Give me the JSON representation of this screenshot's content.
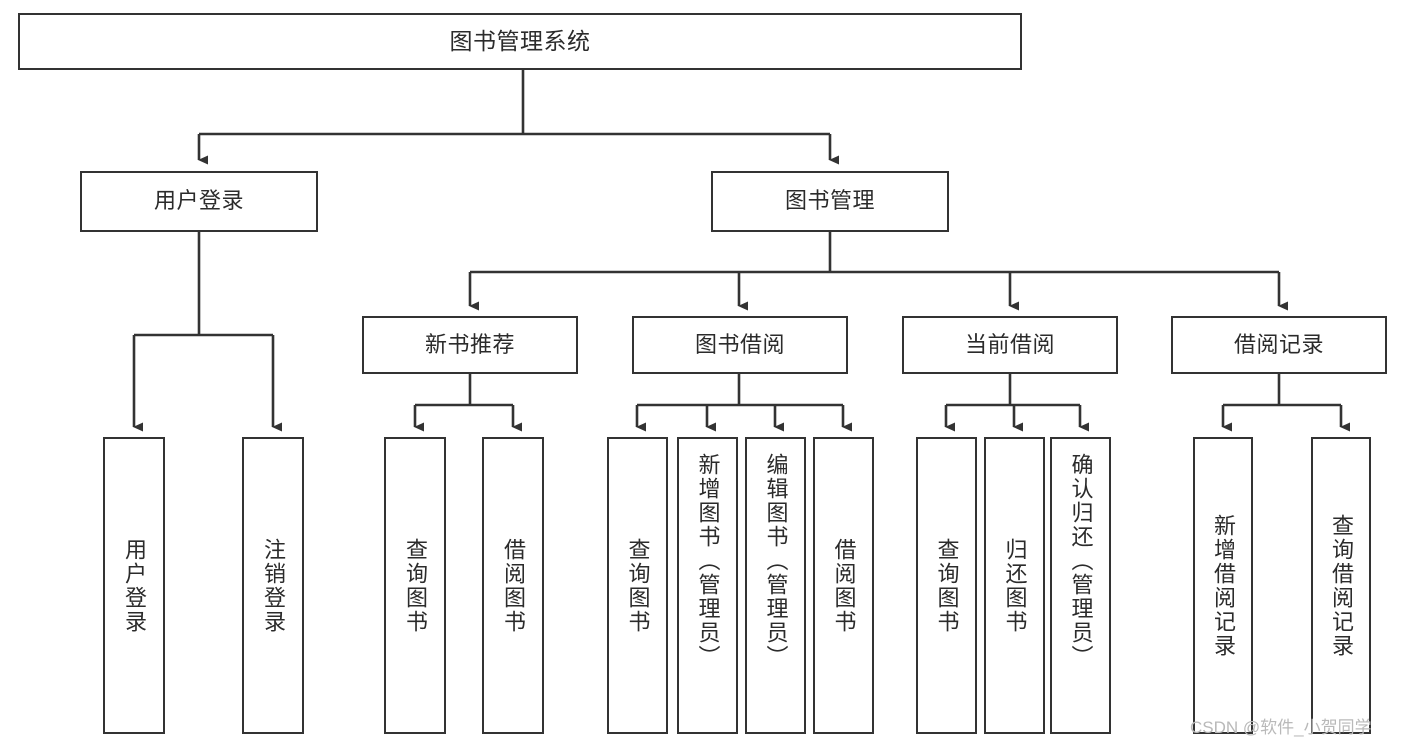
{
  "diagram": {
    "title": "图书管理系统",
    "type": "hierarchy-tree",
    "accent_color": "#333333",
    "text_color": "#2b2b2b",
    "background_color": "#ffffff",
    "root": {
      "label": "图书管理系统"
    },
    "level2": [
      {
        "label": "用户登录"
      },
      {
        "label": "图书管理"
      }
    ],
    "level3": [
      {
        "label": "新书推荐"
      },
      {
        "label": "图书借阅"
      },
      {
        "label": "当前借阅"
      },
      {
        "label": "借阅记录"
      }
    ],
    "leaves": {
      "user_login": [
        {
          "label": "用户登录"
        },
        {
          "label": "注销登录"
        }
      ],
      "new_book_recommend": [
        {
          "label": "查询图书"
        },
        {
          "label": "借阅图书"
        }
      ],
      "book_borrow": [
        {
          "label": "查询图书"
        },
        {
          "label": "新增图书（管理员）"
        },
        {
          "label": "编辑图书（管理员）"
        },
        {
          "label": "借阅图书"
        }
      ],
      "current_borrow": [
        {
          "label": "查询图书"
        },
        {
          "label": "归还图书"
        },
        {
          "label": "确认归还（管理员）"
        }
      ],
      "borrow_record": [
        {
          "label": "新增借阅记录"
        },
        {
          "label": "查询借阅记录"
        }
      ]
    }
  },
  "watermark": {
    "text": "CSDN @软件_小贺同学"
  }
}
